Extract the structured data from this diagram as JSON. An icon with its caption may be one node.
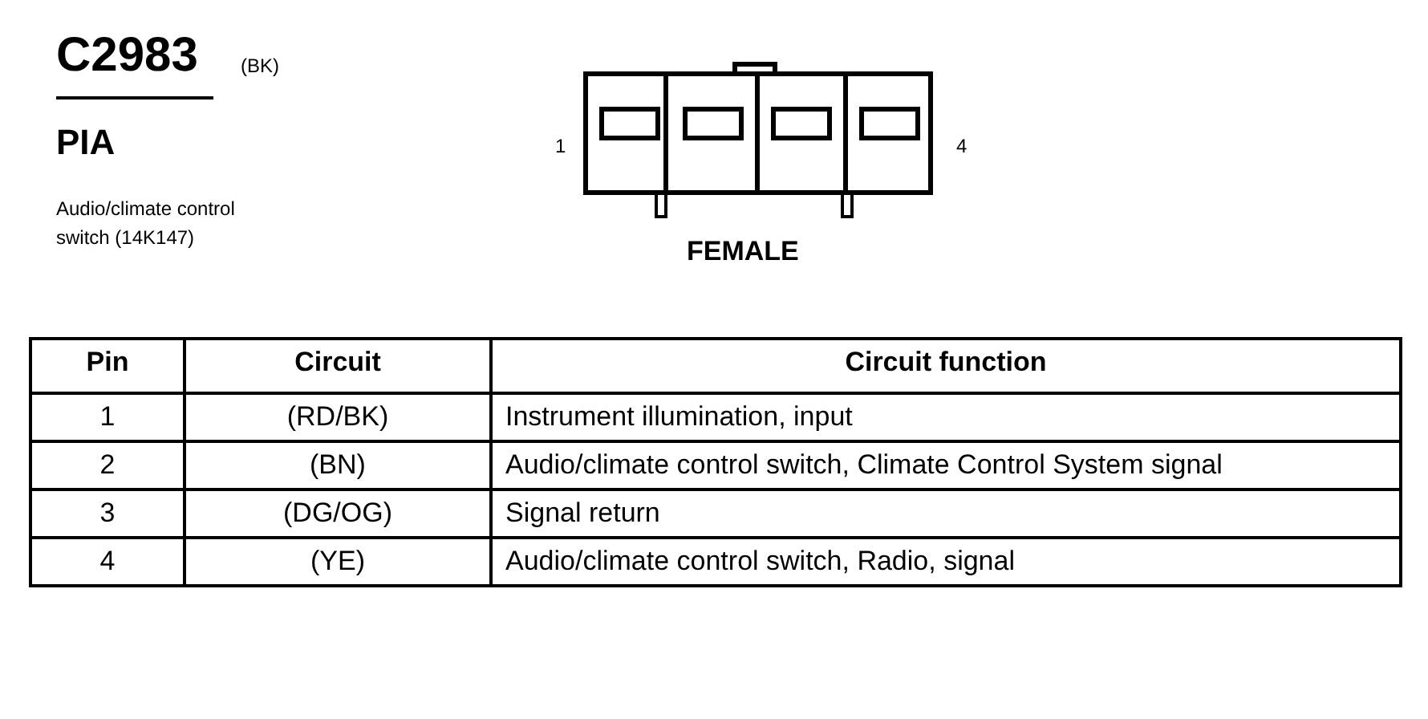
{
  "diagram": {
    "title": "C2983",
    "labels": [
      "(BK)",
      "PIA",
      "Audio/climate control switch (14K147)",
      "1",
      "4",
      "FEMALE",
      "Pin",
      "Circuit",
      "Circuit function",
      "1",
      "(RD/BK)",
      "Instrument illumination, input",
      "2",
      "(BN)",
      "Audio/climate control switch, Climate Control System signal",
      "3",
      "(DG/OG)",
      "Signal return",
      "4",
      "(YE)",
      "Audio/climate control switch, Radio, signal"
    ]
  }
}
